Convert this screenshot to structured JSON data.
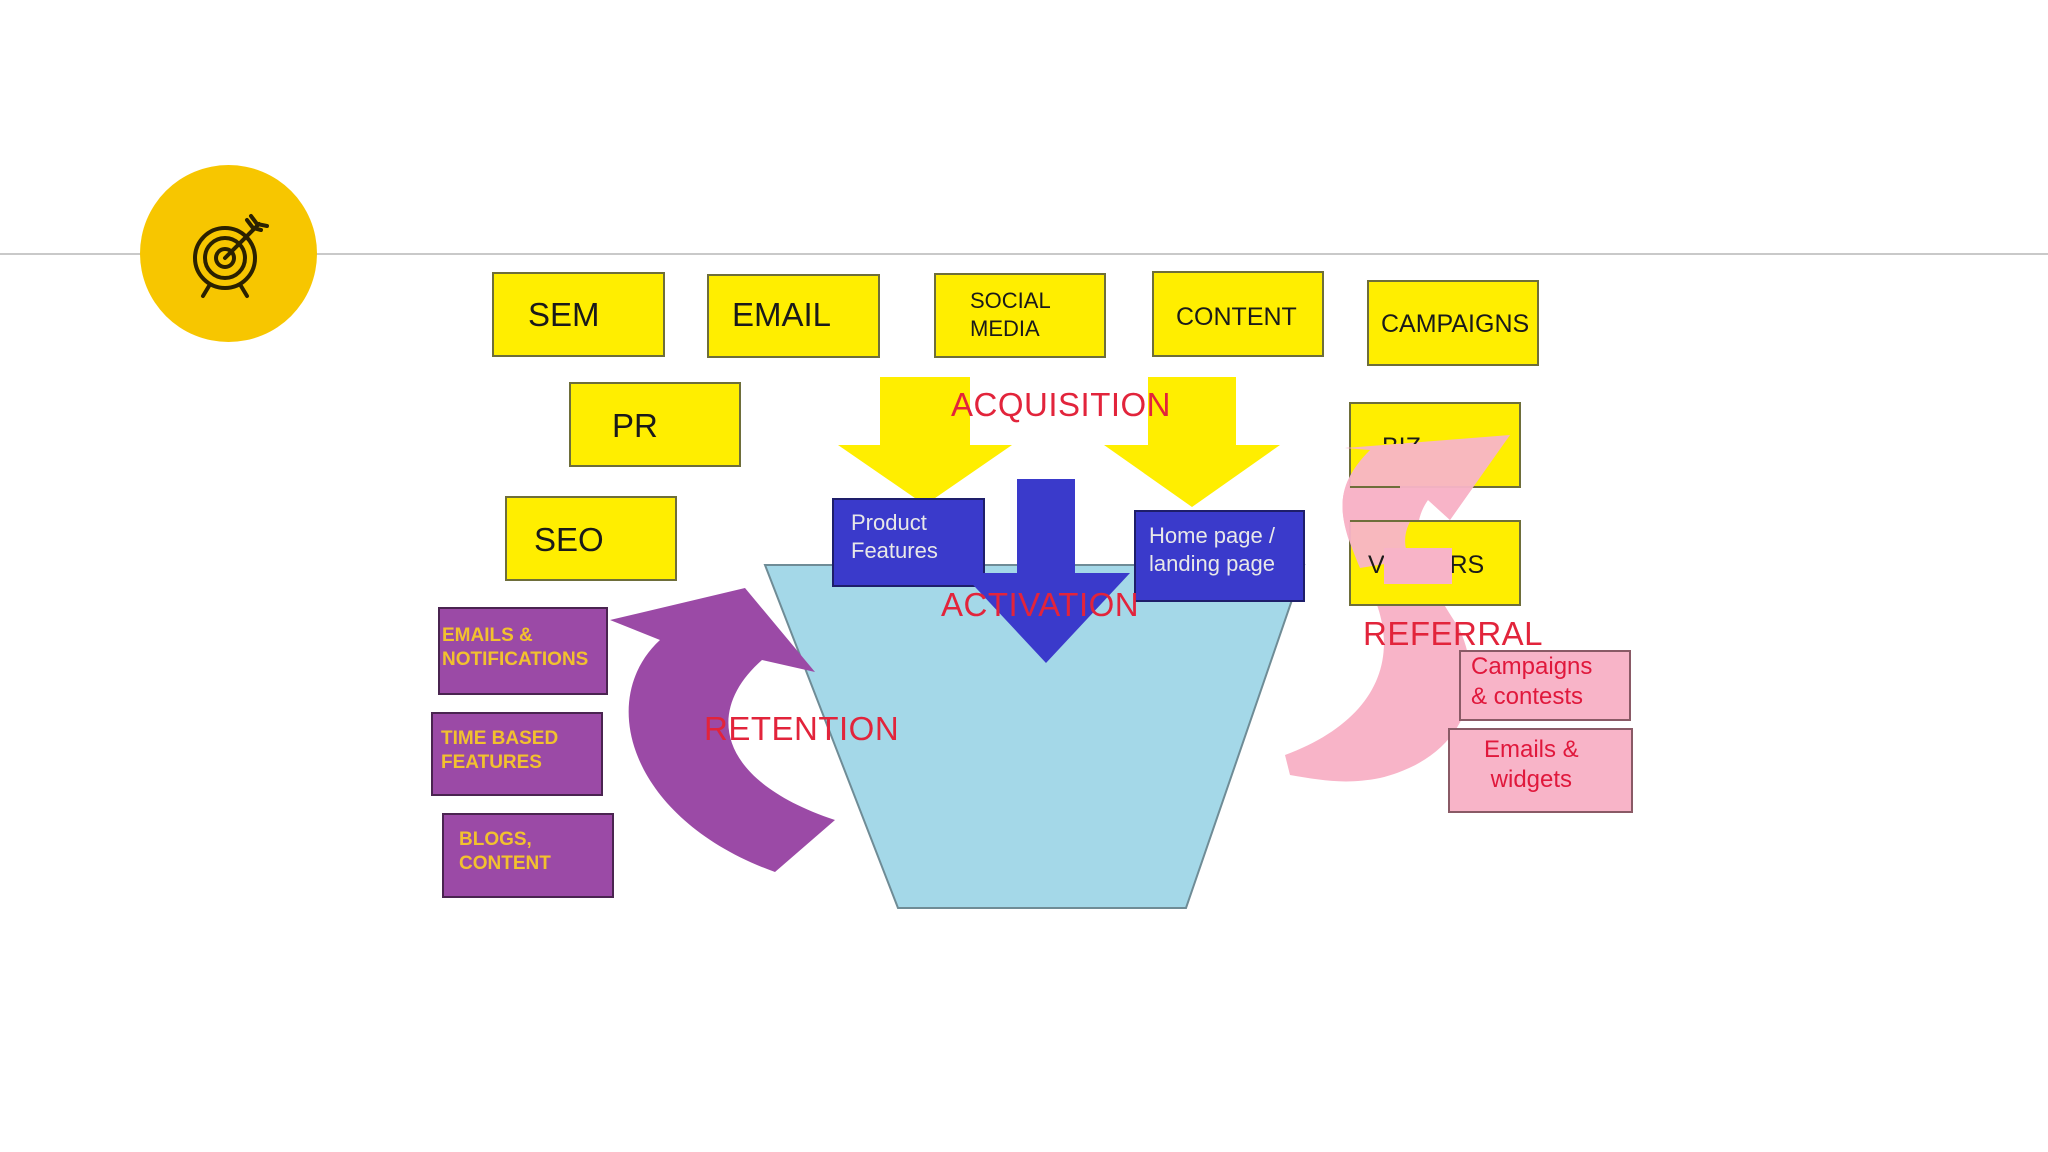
{
  "colors": {
    "badge": "#f7c600",
    "yellow_box": "#ffee00",
    "blue_box": "#3a3acb",
    "purple": "#9b4aa6",
    "pink": "#f8b4c8",
    "funnel": "#a4d8e8",
    "stage_text": "#e2243b"
  },
  "icon": "target-arrow-icon",
  "stages": {
    "acquisition": "ACQUISITION",
    "activation": "ACTIVATION",
    "retention": "RETENTION",
    "referral": "REFERRAL"
  },
  "acquisition_channels": [
    "SEM",
    "EMAIL",
    "SOCIAL\nMEDIA",
    "CONTENT",
    "CAMPAIGNS",
    "PR",
    "SEO"
  ],
  "referral_channels": [
    "BIZ DEV",
    "VISITORS"
  ],
  "activation_pages": [
    "Product\nFeatures",
    "Home page /\nlanding page"
  ],
  "retention_tactics": [
    "EMAILS &\nNOTIFICATIONS",
    "TIME BASED\nFEATURES",
    "BLOGS,\nCONTENT"
  ],
  "referral_tactics": [
    "Campaigns\n& contests",
    "Emails &\nwidgets"
  ]
}
